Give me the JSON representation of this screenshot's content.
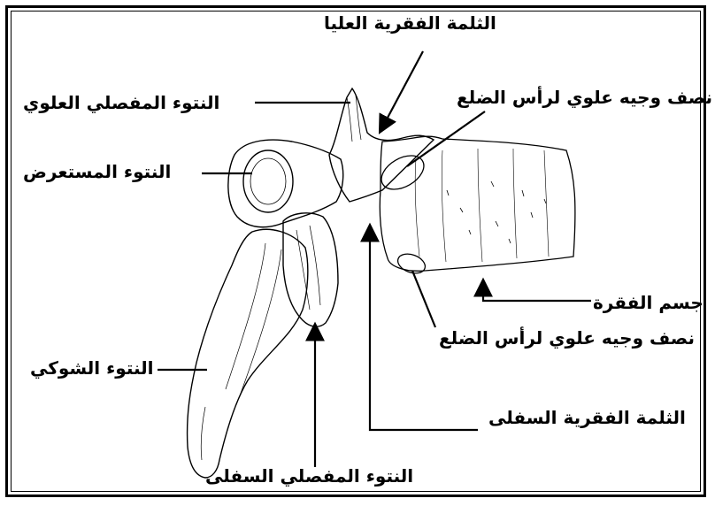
{
  "labels": {
    "superior_notch": "الثلمة الفقرية العليا",
    "superior_articular": "النتوء المفصلي العلوي",
    "upper_demifacet": "نصف وجيه علوي لرأس الضلع",
    "transverse": "النتوء المستعرض",
    "body": "جسم الفقرة",
    "lower_demifacet": "نصف وجيه علوي لرأس الضلع",
    "spinous": "النتوء الشوكي",
    "inferior_notch": "الثلمة الفقرية السفلى",
    "inferior_articular": "النتوء المفصلي السفلى"
  }
}
